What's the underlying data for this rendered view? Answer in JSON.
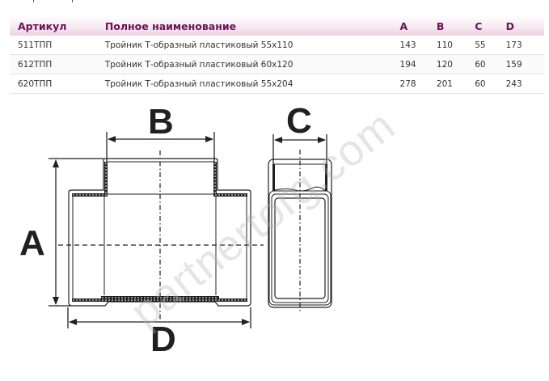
{
  "table": {
    "headers": {
      "article": "Артикул",
      "name": "Полное наименование",
      "a": "A",
      "b": "B",
      "c": "C",
      "d": "D"
    },
    "rows": [
      {
        "article": "511ТПП",
        "name": "Тройник Т-образный пластиковый 55x110",
        "a": "143",
        "b": "110",
        "c": "55",
        "d": "173"
      },
      {
        "article": "612ТПП",
        "name": "Тройник Т-образный пластиковый 60x120",
        "a": "194",
        "b": "120",
        "c": "60",
        "d": "159"
      },
      {
        "article": "620ТПП",
        "name": "Тройник Т-образный пластиковый 55x204",
        "a": "278",
        "b": "201",
        "c": "60",
        "d": "243"
      }
    ]
  },
  "diagram": {
    "labels": {
      "a": "A",
      "b": "B",
      "c": "C",
      "d": "D"
    },
    "watermark": "partnertorg.com"
  },
  "colors": {
    "header_text": "#6b1356",
    "header_bg_bottom": "#ecd0e2",
    "drawing_line": "#231f20"
  }
}
